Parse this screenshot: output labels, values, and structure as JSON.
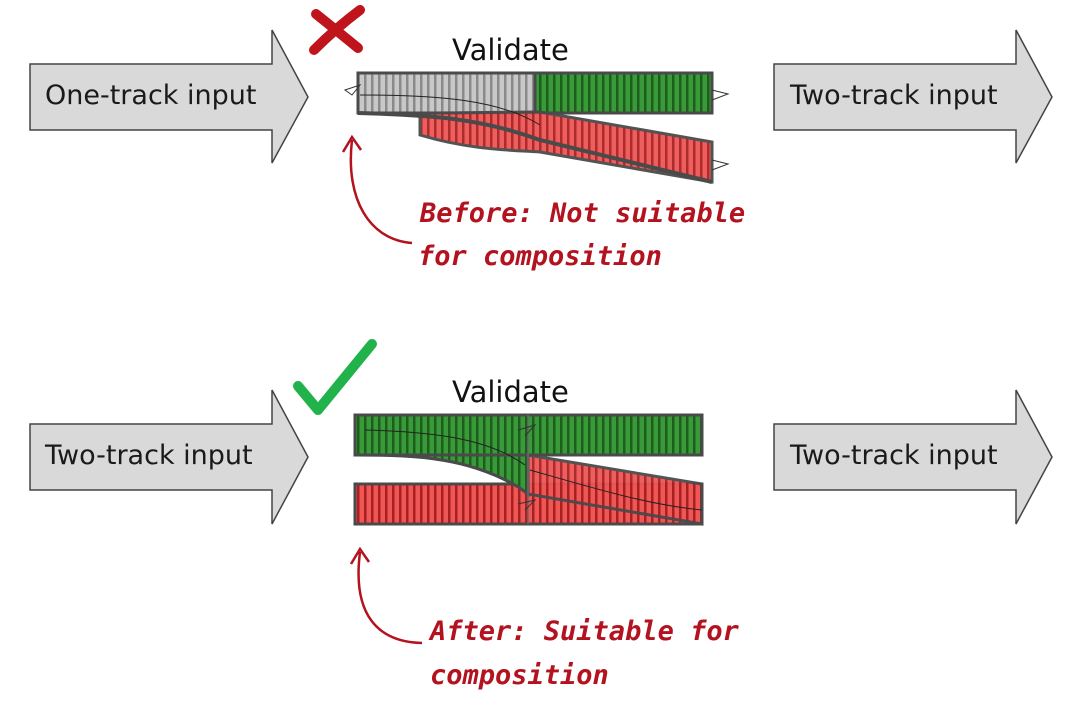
{
  "colors": {
    "arrow_fill": "#d9d9d9",
    "arrow_stroke": "#444444",
    "success_track": "#2e8b2e",
    "failure_track": "#e23b3b",
    "neutral_track": "#9a9a9a",
    "annotation": "#b3121f",
    "check": "#22b24c",
    "cross": "#c0141c"
  },
  "top": {
    "input_label": "One-track input",
    "title": "Validate",
    "output_label": "Two-track input",
    "status_icon": "cross-icon",
    "note_line1": "Before: Not suitable",
    "note_line2": "for composition"
  },
  "bottom": {
    "input_label": "Two-track input",
    "title": "Validate",
    "output_label": "Two-track input",
    "status_icon": "check-icon",
    "note_line1": "After: Suitable for",
    "note_line2": "composition"
  }
}
